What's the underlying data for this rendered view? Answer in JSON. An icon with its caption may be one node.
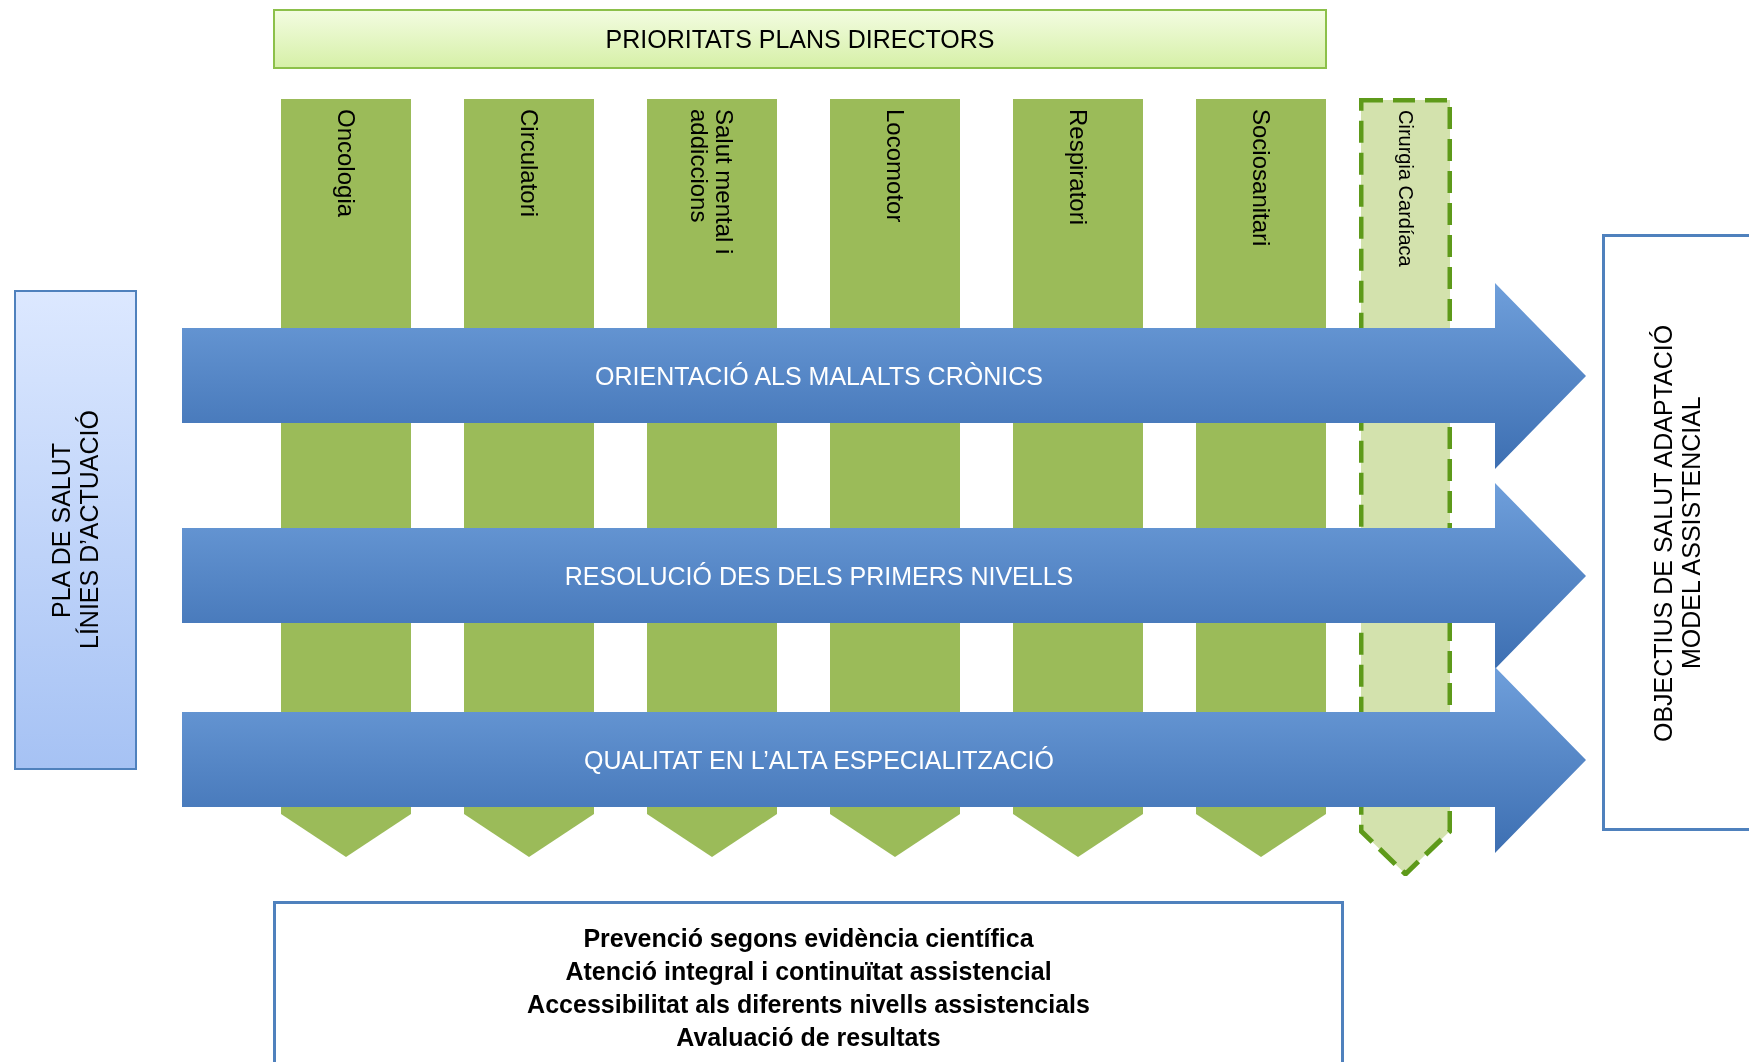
{
  "diagram": {
    "nodes": [
      {
        "text": [
          "PRIORITATS PLANS DIRECTORS"
        ]
      },
      {
        "text": [
          "Oncologia"
        ]
      },
      {
        "text": [
          "Circulatori"
        ]
      },
      {
        "text": [
          "Salut mental i addiccions"
        ]
      },
      {
        "text": [
          "Locomotor"
        ]
      },
      {
        "text": [
          "Respiratori"
        ]
      },
      {
        "text": [
          "Sociosanitari"
        ]
      },
      {
        "text": [
          "Cirurgia Cardíaca"
        ]
      },
      {
        "text": [
          "PLA DE SALUT LÍNIES D’ACTUACIÓ"
        ]
      },
      {
        "text": [
          "ORIENTACIÓ ALS MALALTS CRÒNICS"
        ]
      },
      {
        "text": [
          "RESOLUCIÓ DES DELS PRIMERS NIVELLS"
        ]
      },
      {
        "text": [
          "QUALITAT EN L’ALTA ESPECIALITZACIÓ"
        ]
      },
      {
        "text": [
          "OBJECTIUS DE SALUT ADAPTACIÓ MODEL ASSISTENCIAL"
        ]
      },
      {
        "text": [
          "Prevenció segons evidència científica",
          "Atenció integral i continuïtat assistencial",
          "Accessibilitat als diferents nivells assistencials",
          "Avaluació de resultats"
        ]
      }
    ]
  }
}
